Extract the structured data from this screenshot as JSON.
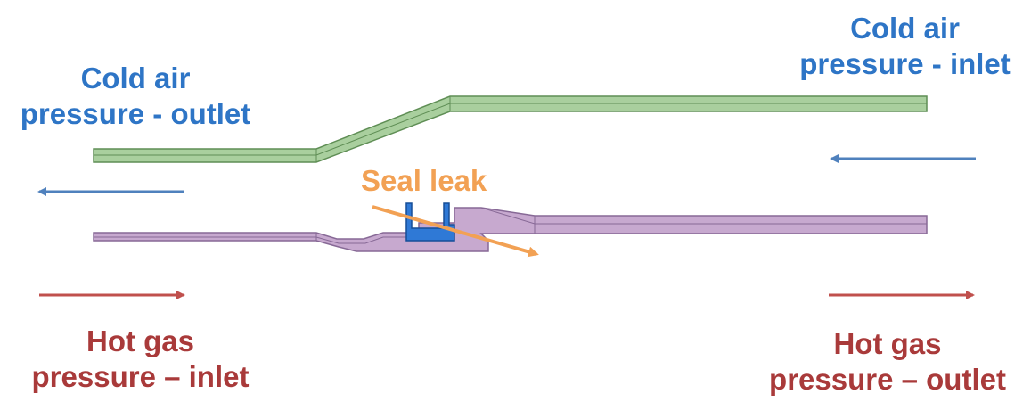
{
  "labels": {
    "cold_air_outlet": {
      "line1": "Cold air",
      "line2": "pressure - outlet"
    },
    "cold_air_inlet": {
      "line1": "Cold air",
      "line2": "pressure - inlet"
    },
    "hot_gas_inlet": {
      "line1": "Hot gas",
      "line2": "pressure – inlet"
    },
    "hot_gas_outlet": {
      "line1": "Hot gas",
      "line2": "pressure – outlet"
    },
    "seal_leak": "Seal leak"
  },
  "colors": {
    "cold_air": "#2e75c6",
    "hot_gas": "#a93a3a",
    "seal_leak": "#f2a154",
    "cold_wall_fill": "#a9cf9e",
    "cold_wall_edge": "#5f8e55",
    "hot_wall_fill": "#c7a9cf",
    "hot_wall_edge": "#876996",
    "seal_fill": "#2f79d6",
    "seal_edge": "#164e97",
    "arrow_cold": "#4f81bd",
    "arrow_hot": "#c0504d"
  }
}
